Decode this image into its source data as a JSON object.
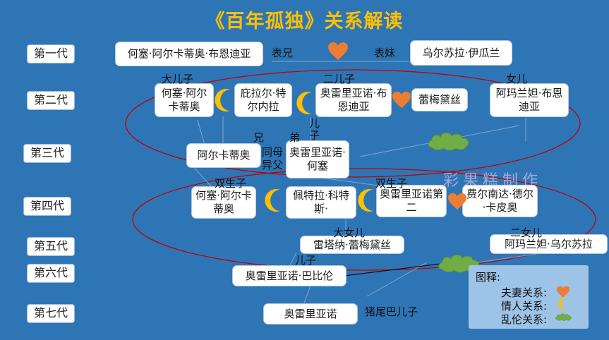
{
  "title": "《百年孤独》关系解读",
  "watermark": "彩果糕制作",
  "generations": [
    "第一代",
    "第二代",
    "第三代",
    "第四代",
    "第五代",
    "第六代",
    "第七代"
  ],
  "people": {
    "jose_arcadio_buendia": "何塞·阿尔卡蒂奥·布恩迪亚",
    "ursula": "乌尔苏拉·伊瓜兰",
    "jose_arcadio": "何塞·阿尔卡蒂奥",
    "pilar_ternera": "庇拉尔·特尔内拉",
    "aureliano_buendia": "奥雷里亚诺·布恩迪亚",
    "remedios_moscote": "蕾梅黛丝",
    "amaranta": "阿玛兰妲·布恩迪亚",
    "arcadio": "阿尔卡蒂奥",
    "aureliano_jose": "奥雷里亚诺·何塞",
    "jose_arcadio_segundo": "何塞·阿尔卡蒂奥",
    "petra_cotes": "佩特拉·科特斯·",
    "aureliano_segundo": "奥雷里亚诺第二",
    "fernanda": "费尔南达·德尔·卡皮奥",
    "renata_remedios": "雷塔纳·蕾梅黛丝",
    "amaranta_ursula": "阿玛兰妲·乌尔苏拉",
    "aureliano_babilonia": "奥雷里亚诺·巴比伦",
    "aureliano_last": "奥雷里亚诺"
  },
  "labels": {
    "cousin_male": "表兄",
    "cousin_female": "表妹",
    "eldest_son": "大儿子",
    "second_son": "二儿子",
    "daughter": "女儿",
    "son_1": "儿",
    "son_2": "子",
    "elder_brother": "兄",
    "younger_brother": "弟",
    "half_brothers": "同母异父",
    "twins_1": "双生子",
    "twins_2": "双生子",
    "eldest_daughter": "大女儿",
    "second_daughter": "二女儿",
    "son_gen6": "儿子",
    "pig_tail_son": "猪尾巴儿子"
  },
  "legend": {
    "title": "图释:",
    "spouse": "夫妻关系:",
    "lover": "情人关系:",
    "incest": "乱伦关系:"
  },
  "colors": {
    "background": "#2e75b6",
    "title": "#ffc000",
    "heart": "#ed7d31",
    "moon": "#ffc000",
    "cloud": "#70ad47",
    "ellipse": "#c00000"
  }
}
